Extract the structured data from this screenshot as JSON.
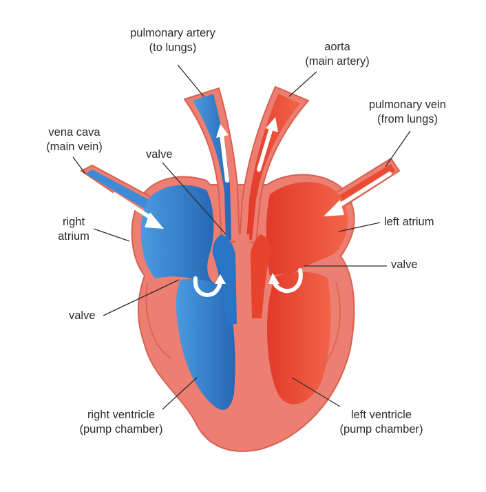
{
  "labels": {
    "pulmonary_artery": {
      "line1": "pulmonary artery",
      "line2": "(to lungs)"
    },
    "aorta": {
      "line1": "aorta",
      "line2": "(main artery)"
    },
    "pulmonary_vein": {
      "line1": "pulmonary vein",
      "line2": "(from lungs)"
    },
    "vena_cava": {
      "line1": "vena cava",
      "line2": "(main vein)"
    },
    "valve_top": "valve",
    "right_atrium": {
      "line1": "right",
      "line2": "atrium"
    },
    "left_atrium": "left atrium",
    "valve_right": "valve",
    "valve_left": "valve",
    "right_ventricle": {
      "line1": "right ventricle",
      "line2": "(pump chamber)"
    },
    "left_ventricle": {
      "line1": "left ventricle",
      "line2": "(pump chamber)"
    }
  },
  "colors": {
    "muscle": "#ec7e72",
    "muscle_edge": "#d8604f",
    "deoxygenated_blue": "#2a74c6",
    "deoxygenated_blue_light": "#4a9be0",
    "oxygenated_red": "#e8432d",
    "oxygenated_red_light": "#f26449",
    "flow_arrow": "#ffffff",
    "label_text": "#2b2b2b"
  }
}
